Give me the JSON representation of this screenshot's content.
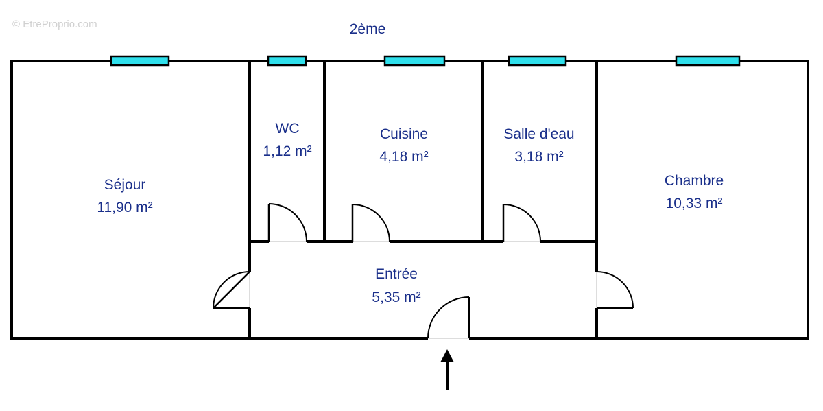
{
  "watermark": "© EtreProprio.com",
  "floor_label": "2ème",
  "rooms": {
    "sejour": {
      "name": "Séjour",
      "area": "11,90 m²"
    },
    "wc": {
      "name": "WC",
      "area": "1,12 m²"
    },
    "cuisine": {
      "name": "Cuisine",
      "area": "4,18 m²"
    },
    "salle_eau": {
      "name": "Salle d'eau",
      "area": "3,18 m²"
    },
    "chambre": {
      "name": "Chambre",
      "area": "10,33 m²"
    },
    "entree": {
      "name": "Entrée",
      "area": "5,35 m²"
    }
  },
  "colors": {
    "walls": "#000000",
    "windows": "#2fe0ec",
    "labels": "#1a2f8a"
  }
}
